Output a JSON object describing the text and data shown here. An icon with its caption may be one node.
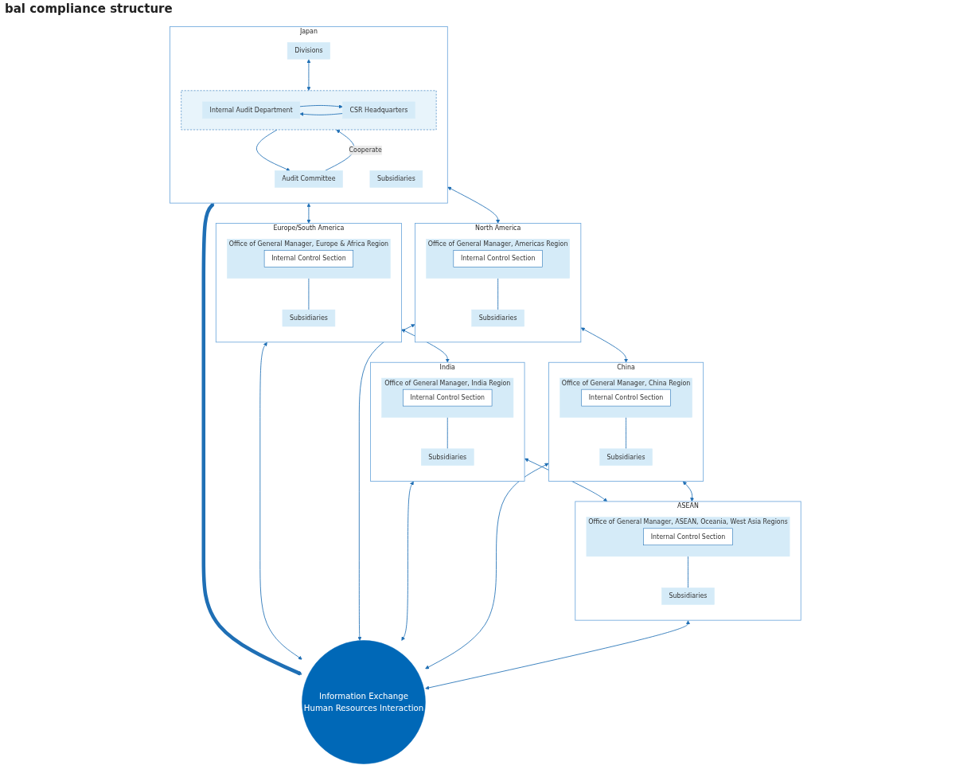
{
  "diagram": {
    "title": "bal compliance structure",
    "nodes": [
      {
        "text": [
          "Japan"
        ]
      },
      {
        "text": [
          "Audit Committee"
        ],
        "in": 0
      },
      {
        "text": [
          "Subsidiaries"
        ],
        "in": 0
      },
      {
        "text": [
          "Divisions"
        ],
        "in": 0
      },
      {
        "text": [],
        "shape": "box",
        "in": 0
      },
      {
        "text": [
          "Internal Audit Department"
        ],
        "in": 4
      },
      {
        "text": [
          "CSR Headquarters"
        ],
        "in": 4
      },
      {
        "text": [
          "Europe/South America"
        ]
      },
      {
        "text": [
          "Office of General Manager, Europe & Africa Region"
        ],
        "in": 7
      },
      {
        "text": [
          "Internal Control Section"
        ],
        "in": 8
      },
      {
        "text": [
          "Subsidiaries"
        ],
        "in": 7
      },
      {
        "text": [
          "North America"
        ]
      },
      {
        "text": [
          "Office of General Manager, Americas Region"
        ],
        "in": 11
      },
      {
        "text": [
          "Internal Control Section"
        ],
        "in": 12
      },
      {
        "text": [
          "Subsidiaries"
        ],
        "in": 11
      },
      {
        "text": [
          "Information Exchange",
          "Human Resources Interaction"
        ]
      },
      {
        "text": [
          "India"
        ]
      },
      {
        "text": [
          "Office of General Manager, India Region"
        ],
        "in": 16
      },
      {
        "text": [
          "Internal Control Section"
        ],
        "in": 17
      },
      {
        "text": [
          "Subsidiaries"
        ],
        "in": 16
      },
      {
        "text": [
          "China"
        ]
      },
      {
        "text": [
          "Office of General Manager, China Region"
        ],
        "in": 20
      },
      {
        "text": [
          "Internal Control Section"
        ],
        "in": 21
      },
      {
        "text": [
          "Subsidiaries"
        ],
        "in": 20
      },
      {
        "text": [
          "ASEAN"
        ]
      },
      {
        "text": [
          "Office of General Manager, ASEAN, Oceania, West Asia Regions"
        ],
        "in": 24
      },
      {
        "text": [
          "Internal Control Section"
        ],
        "in": 25
      },
      {
        "text": [
          "Subsidiaries"
        ],
        "in": 24
      }
    ],
    "edges": [
      {
        "from": 1,
        "to": 4,
        "arrow": "to",
        "label": "Cooperate"
      },
      {
        "from": 4,
        "to": 1,
        "arrow": "to"
      },
      {
        "from": 3,
        "to": 4,
        "arrow": "both"
      },
      {
        "from": 6,
        "to": 5,
        "arrow": "to"
      },
      {
        "from": 5,
        "to": 6,
        "arrow": "to"
      },
      {
        "from": 0,
        "to": 15,
        "arrow": "both",
        "style": "thick"
      },
      {
        "from": 8,
        "to": 10,
        "arrow": "none"
      },
      {
        "from": 12,
        "to": 14,
        "arrow": "none"
      },
      {
        "from": 17,
        "to": 19,
        "arrow": "none"
      },
      {
        "from": 21,
        "to": 23,
        "arrow": "none"
      },
      {
        "from": 25,
        "to": 27,
        "arrow": "none"
      },
      {
        "from": 7,
        "to": 15,
        "arrow": "both"
      },
      {
        "from": 11,
        "to": 15,
        "arrow": "both"
      },
      {
        "from": 16,
        "to": 15,
        "arrow": "both"
      },
      {
        "from": 20,
        "to": 15,
        "arrow": "both"
      },
      {
        "from": 24,
        "to": 15,
        "arrow": "both"
      },
      {
        "from": 0,
        "to": 7,
        "arrow": "both"
      },
      {
        "from": 0,
        "to": 11,
        "arrow": "both"
      },
      {
        "from": 7,
        "to": 16,
        "arrow": "both"
      },
      {
        "from": 11,
        "to": 20,
        "arrow": "both"
      },
      {
        "from": 16,
        "to": 24,
        "arrow": "both"
      },
      {
        "from": 20,
        "to": 24,
        "arrow": "both"
      }
    ]
  }
}
